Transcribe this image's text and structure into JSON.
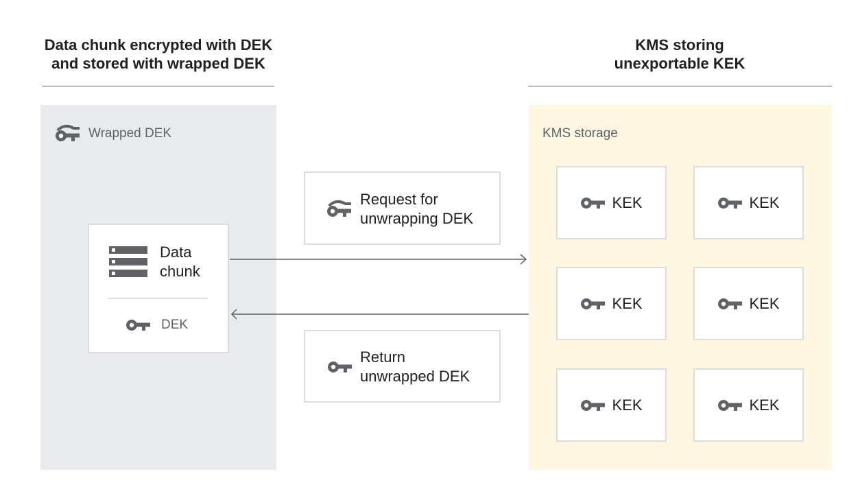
{
  "left_header": {
    "line1": "Data chunk encrypted with DEK",
    "line2": "and stored with wrapped DEK"
  },
  "right_header": {
    "line1": "KMS storing",
    "line2": "unexportable KEK"
  },
  "left_panel": {
    "label": "Wrapped DEK",
    "icon": "wrapped-key-icon",
    "data_chunk": {
      "line1": "Data",
      "line2": "chunk",
      "icon": "storage-icon"
    },
    "dek_label": "DEK",
    "dek_icon": "key-icon"
  },
  "request_box": {
    "line1": "Request for",
    "line2": "unwrapping DEK",
    "icon": "wrapped-key-icon"
  },
  "return_box": {
    "line1": "Return",
    "line2": "unwrapped DEK",
    "icon": "key-icon"
  },
  "right_panel": {
    "label": "KMS storage",
    "keks": [
      "KEK",
      "KEK",
      "KEK",
      "KEK",
      "KEK",
      "KEK"
    ]
  },
  "colors": {
    "left_panel": "#e8eaed",
    "right_panel": "#fdf6e0",
    "icon": "#5f6368",
    "border": "#dadce0"
  }
}
